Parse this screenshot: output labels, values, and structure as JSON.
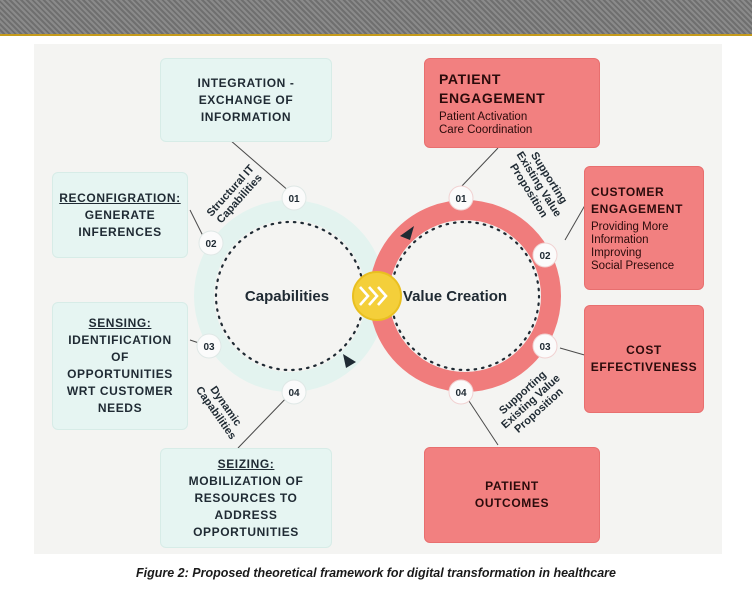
{
  "diagram": {
    "capabilities_label": "Capabilities",
    "value_creation_label": "Value Creation",
    "left_nodes": [
      "01",
      "02",
      "03",
      "04"
    ],
    "right_nodes": [
      "01",
      "02",
      "03",
      "04"
    ],
    "curved_labels": {
      "structural_it": [
        "Structural IT",
        "Capabilities"
      ],
      "dynamic": [
        "Dynamic",
        "Capabilities"
      ],
      "supporting_top": [
        "Supporting",
        "Existing Value",
        "Proposition"
      ],
      "supporting_bottom": [
        "Supporting",
        "Existing Value",
        "Proposition"
      ]
    },
    "left_boxes": {
      "integration": [
        "INTEGRATION -",
        "EXCHANGE OF",
        "INFORMATION"
      ],
      "reconfiguration": {
        "title": "RECONFIGRATION:",
        "lines": [
          "GENERATE",
          "INFERENCES"
        ]
      },
      "sensing": {
        "title": "SENSING:",
        "lines": [
          "IDENTIFICATION",
          "OF",
          "OPPORTUNITIES",
          "WRT CUSTOMER",
          "NEEDS"
        ]
      },
      "seizing": {
        "title": "SEIZING:",
        "lines": [
          "MOBILIZATION OF",
          "RESOURCES TO",
          "ADDRESS",
          "OPPORTUNITIES"
        ]
      }
    },
    "right_boxes": {
      "patient_engagement": {
        "title": [
          "PATIENT",
          "ENGAGEMENT"
        ],
        "items": [
          "Patient Activation",
          "Care Coordination"
        ]
      },
      "customer_engagement": {
        "title": [
          "CUSTOMER",
          "ENGAGEMENT"
        ],
        "items": [
          "Providing More",
          "Information",
          "Improving",
          "Social Presence"
        ]
      },
      "cost_effectiveness": [
        "COST",
        "EFFECTIVENESS"
      ],
      "patient_outcomes": [
        "PATIENT",
        "OUTCOMES"
      ]
    },
    "colors": {
      "green_ring": "#e3f3ef",
      "red_ring": "#f07c7c",
      "center": "#f4cf3a"
    }
  },
  "caption": "Figure 2: Proposed theoretical framework for digital transformation in healthcare"
}
